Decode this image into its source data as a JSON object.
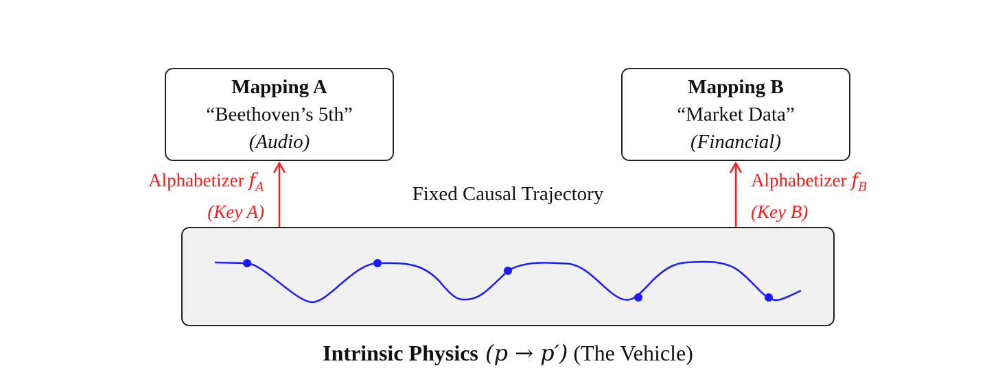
{
  "mapping_a": {
    "title": "Mapping A",
    "line": "“Beethoven’s 5th”",
    "sub": "(Audio)"
  },
  "mapping_b": {
    "title": "Mapping B",
    "line": "“Market Data”",
    "sub": "(Financial)"
  },
  "alphabetizer_a": {
    "label": "Alphabetizer ",
    "fn": "f",
    "subscript": "A",
    "key": "(Key A)"
  },
  "alphabetizer_b": {
    "label": "Alphabetizer ",
    "fn": "f",
    "subscript": "B",
    "key": "(Key B)"
  },
  "trajectory_label": "Fixed Causal Trajectory",
  "caption": {
    "bold": "Intrinsic Physics",
    "math": " (p → p′)",
    "rest": " (The Vehicle)"
  },
  "colors": {
    "arrow": "#ff1a1a",
    "curve": "#1a1aff",
    "box_fill": "#f1f1f1"
  }
}
